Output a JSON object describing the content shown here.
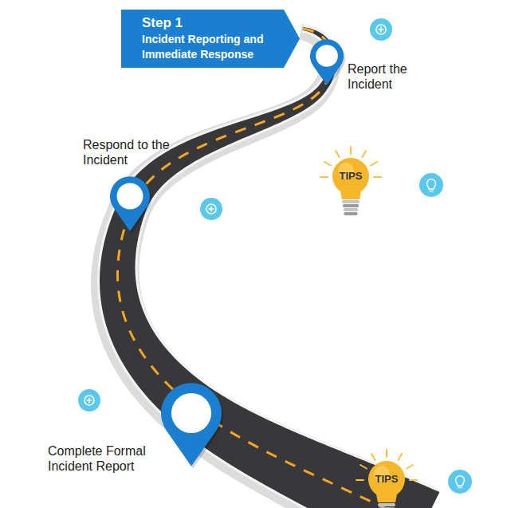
{
  "diagram": {
    "nodes": [
      {
        "text": [
          "Step 1",
          "Incident Reporting and Immediate Response"
        ]
      },
      {
        "text": [
          "Report the Incident"
        ]
      },
      {
        "text": [
          "Respond to the Incident"
        ]
      },
      {
        "text": [
          "TIPS"
        ]
      },
      {
        "text": [
          "Complete Formal Incident Report"
        ]
      },
      {
        "text": [
          "TIPS"
        ]
      }
    ]
  }
}
